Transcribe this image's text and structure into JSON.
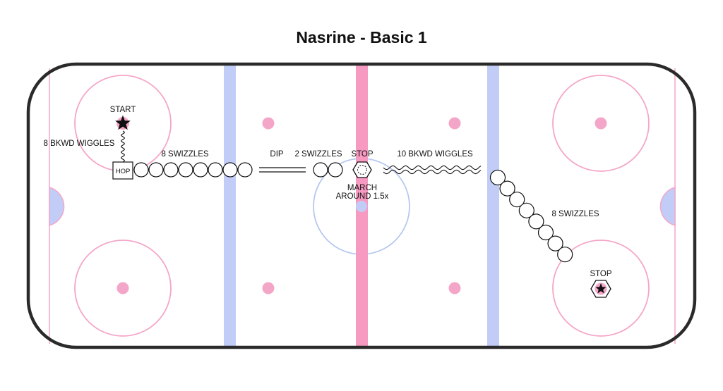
{
  "title": "Nasrine - Basic 1",
  "labels": {
    "start": "START",
    "bkwd_wiggles_1": "8 BKWD WIGGLES",
    "hop": "HOP",
    "swizzles_1": "8 SWIZZLES",
    "dip": "DIP",
    "swizzles_2": "2 SWIZZLES",
    "stop_1": "STOP",
    "march_line1": "MARCH",
    "march_line2": "AROUND 1.5x",
    "bkwd_wiggles_2": "10 BKWD WIGGLES",
    "swizzles_3": "8 SWIZZLES",
    "stop_2": "STOP"
  },
  "colors": {
    "boards": "#2a2a2a",
    "pink": "#f4a6c8",
    "pink_line": "#f79ac2",
    "blue_line": "#c2cdf7",
    "center_circle": "#b7c8ef",
    "path": "#111111"
  }
}
